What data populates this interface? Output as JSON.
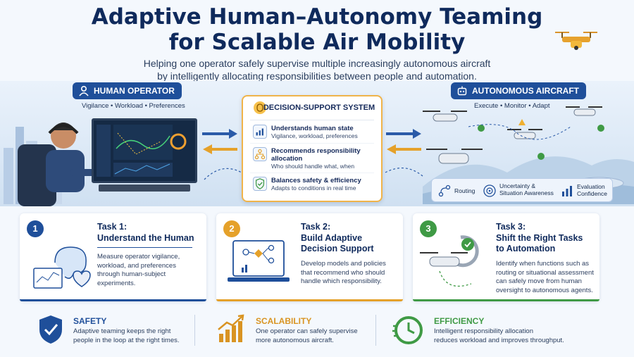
{
  "header": {
    "title_line1": "Adaptive Human–Autonomy Teaming",
    "title_line2": "for Scalable Air Mobility",
    "subtitle_line1": "Helping one operator safely supervise multiple increasingly autonomous aircraft",
    "subtitle_line2": "by intelligently allocating responsibilities between people and automation."
  },
  "human_operator": {
    "label": "HUMAN OPERATOR",
    "icon": "person-icon",
    "attributes": "Vigilance • Workload • Preferences"
  },
  "decision_support": {
    "title": "DECISION-SUPPORT SYSTEM",
    "icon": "brain-icon",
    "rows": [
      {
        "heading": "Understands human state",
        "detail": "Vigilance, workload, preferences",
        "icon": "chart-icon"
      },
      {
        "heading": "Recommends responsibility allocation",
        "detail": "Who should handle what, when",
        "icon": "hierarchy-icon"
      },
      {
        "heading": "Balances safety & efficiency",
        "detail": "Adapts to conditions in real time",
        "icon": "shield-check-icon"
      }
    ]
  },
  "autonomous_aircraft": {
    "label": "AUTONOMOUS AIRCRAFT",
    "icon": "robot-icon",
    "attributes": "Execute • Monitor • Adapt",
    "functions": [
      {
        "label": "Routing",
        "icon": "route-icon"
      },
      {
        "label": "Uncertainty & Situation Awareness",
        "icon": "radar-icon"
      },
      {
        "label": "Evaluation Confidence",
        "icon": "bar-chart-icon"
      }
    ]
  },
  "tasks": [
    {
      "number": "1",
      "title_a": "Task 1:",
      "title_b": "Understand the Human",
      "desc": [
        "Measure operator vigilance,",
        "workload, and preferences",
        "through human-subject",
        "experiments."
      ],
      "color": "#1f4f9a"
    },
    {
      "number": "2",
      "title_a": "Task 2:",
      "title_b": "Build Adaptive",
      "title_c": "Decision Support",
      "desc": [
        "Develop models and policies",
        "that recommend who should",
        "handle which responsibility."
      ],
      "color": "#e5a12a"
    },
    {
      "number": "3",
      "title_a": "Task 3:",
      "title_b": "Shift the Right Tasks",
      "title_c": "to Automation",
      "desc": [
        "Identify when functions such as",
        "routing or situational assessment",
        "can safely move from human",
        "oversight to autonomous agents."
      ],
      "color": "#3f9a45"
    }
  ],
  "benefits": [
    {
      "title": "SAFETY",
      "desc1": "Adaptive teaming keeps the right",
      "desc2": "people in the loop at the right times.",
      "icon": "shield-check-icon",
      "color": "#1f4f9a"
    },
    {
      "title": "SCALABILITY",
      "desc1": "One operator can safely supervise",
      "desc2": "more autonomous aircraft.",
      "icon": "growth-chart-icon",
      "color": "#d99422"
    },
    {
      "title": "EFFICIENCY",
      "desc1": "Intelligent responsibility allocation",
      "desc2": "reduces workload and improves throughput.",
      "icon": "clock-icon",
      "color": "#3f9a45"
    }
  ]
}
